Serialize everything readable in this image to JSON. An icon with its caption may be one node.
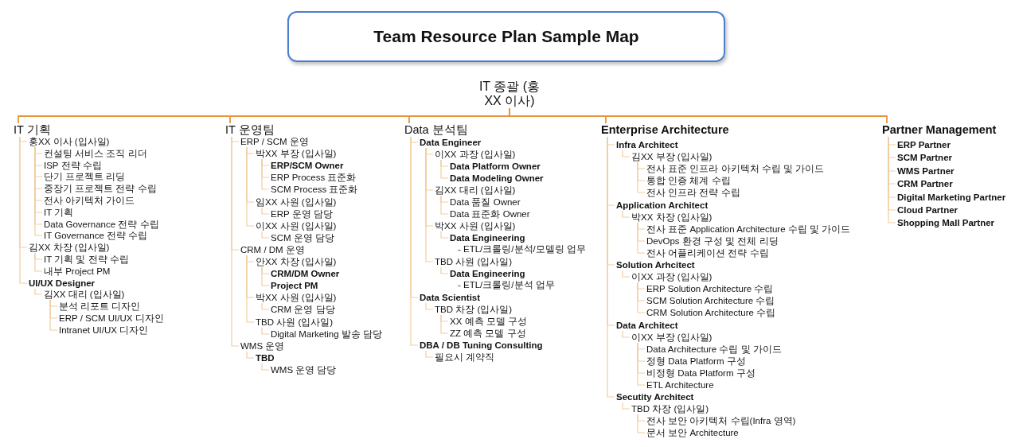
{
  "diagram": {
    "title": "Team Resource Plan Sample Map",
    "nodes": [
      {
        "text": [
          "IT 종괄 (홍XX 이사)"
        ]
      },
      {
        "text": [
          "IT 기획"
        ]
      },
      {
        "text": [
          "홍XX 이사 (입사일)"
        ]
      },
      {
        "text": [
          "컨설팅 서비스 조직 리더"
        ]
      },
      {
        "text": [
          "ISP 전략 수립"
        ]
      },
      {
        "text": [
          "단기 프로젝트 리딩"
        ]
      },
      {
        "text": [
          "중장기 프로젝트 전략 수립"
        ]
      },
      {
        "text": [
          "전사 아키텍처 가이드"
        ]
      },
      {
        "text": [
          "IT 기획"
        ]
      },
      {
        "text": [
          "Data Governance 전략 수립"
        ]
      },
      {
        "text": [
          "IT Governance 전략 수립"
        ]
      },
      {
        "text": [
          "김XX 차장 (입사일)"
        ]
      },
      {
        "text": [
          "IT 기획 및 전략 수립"
        ]
      },
      {
        "text": [
          "내부 Project PM"
        ]
      },
      {
        "text": [
          "UI/UX Designer"
        ]
      },
      {
        "text": [
          "김XX 대리 (입사일)"
        ]
      },
      {
        "text": [
          "분석 리포트 디자인"
        ]
      },
      {
        "text": [
          "ERP / SCM UI/UX 디자인"
        ]
      },
      {
        "text": [
          "Intranet UI/UX 디자인"
        ]
      },
      {
        "text": [
          "IT 운영팀"
        ]
      },
      {
        "text": [
          "ERP / SCM 운영"
        ]
      },
      {
        "text": [
          "박XX 부장 (입사일)"
        ]
      },
      {
        "text": [
          "ERP/SCM Owner"
        ]
      },
      {
        "text": [
          "ERP Process 표준화"
        ]
      },
      {
        "text": [
          "SCM Process 표준화"
        ]
      },
      {
        "text": [
          "임XX 사원 (입사일)"
        ]
      },
      {
        "text": [
          "ERP 운영 담당"
        ]
      },
      {
        "text": [
          "이XX 사원 (입사일)"
        ]
      },
      {
        "text": [
          "SCM 운영 담당"
        ]
      },
      {
        "text": [
          "CRM / DM 운영"
        ]
      },
      {
        "text": [
          "안XX 차장 (입사일)"
        ]
      },
      {
        "text": [
          "CRM/DM Owner"
        ]
      },
      {
        "text": [
          "Project PM"
        ]
      },
      {
        "text": [
          "박XX 사원 (입사일)"
        ]
      },
      {
        "text": [
          "CRM 운영 담당"
        ]
      },
      {
        "text": [
          "TBD 사원 (입사일)"
        ]
      },
      {
        "text": [
          "Digital Marketing 발송 담당"
        ]
      },
      {
        "text": [
          "WMS 운영"
        ]
      },
      {
        "text": [
          "TBD"
        ]
      },
      {
        "text": [
          "WMS 운영 담당"
        ]
      },
      {
        "text": [
          "Data 분석팀"
        ]
      },
      {
        "text": [
          "Data Engineer"
        ]
      },
      {
        "text": [
          "이XX 과장 (입사일)"
        ]
      },
      {
        "text": [
          "Data Platform Owner"
        ]
      },
      {
        "text": [
          "Data Modeling Owner"
        ]
      },
      {
        "text": [
          "김XX 대리 (입사일)"
        ]
      },
      {
        "text": [
          "Data 품질 Owner"
        ]
      },
      {
        "text": [
          "Data 표준화 Owner"
        ]
      },
      {
        "text": [
          "박XX 사원 (입사일)"
        ]
      },
      {
        "text": [
          "Data Engineering",
          "- ETL/크롤링/분석/모델링 업무"
        ]
      },
      {
        "text": [
          "TBD 사원 (입사일)"
        ]
      },
      {
        "text": [
          "Data Engineering",
          "- ETL/크롤링/분석 업무"
        ]
      },
      {
        "text": [
          "Data Scientist"
        ]
      },
      {
        "text": [
          "TBD 차장 (입사일)"
        ]
      },
      {
        "text": [
          "XX 예측 모델 구성"
        ]
      },
      {
        "text": [
          "ZZ 예측 모델 구성"
        ]
      },
      {
        "text": [
          "DBA / DB Tuning Consulting"
        ]
      },
      {
        "text": [
          "필요시 계약직"
        ]
      },
      {
        "text": [
          "Enterprise Architecture"
        ]
      },
      {
        "text": [
          "Infra Architect"
        ]
      },
      {
        "text": [
          "김XX 부장 (입사일)"
        ]
      },
      {
        "text": [
          "전사 표준 인프라 아키텍처 수립 및 가이드"
        ]
      },
      {
        "text": [
          "통합 인증 체계 수립"
        ]
      },
      {
        "text": [
          "전사 인프라 전략 수립"
        ]
      },
      {
        "text": [
          "Application Architect"
        ]
      },
      {
        "text": [
          "박XX 차장 (입사일)"
        ]
      },
      {
        "text": [
          "전사 표준 Application Architecture 수립 및 가이드"
        ]
      },
      {
        "text": [
          "DevOps 환경 구성 및 전체 리딩"
        ]
      },
      {
        "text": [
          "전사 어플리케이션 전략 수립"
        ]
      },
      {
        "text": [
          "Solution Arhcitect"
        ]
      },
      {
        "text": [
          "이XX 과장 (입사일)"
        ]
      },
      {
        "text": [
          "ERP Solution Architecture 수립"
        ]
      },
      {
        "text": [
          "SCM Solution Architecture 수립"
        ]
      },
      {
        "text": [
          "CRM Solution Architecture 수립"
        ]
      },
      {
        "text": [
          "Data Architect"
        ]
      },
      {
        "text": [
          "이XX 부장 (입사일)"
        ]
      },
      {
        "text": [
          "Data Architecture 수립 및 가이드"
        ]
      },
      {
        "text": [
          "정형 Data Platform 구성"
        ]
      },
      {
        "text": [
          "비정형 Data Platform 구성"
        ]
      },
      {
        "text": [
          "ETL Architecture"
        ]
      },
      {
        "text": [
          "Secutity Architect"
        ]
      },
      {
        "text": [
          "TBD 차장 (입사일)"
        ]
      },
      {
        "text": [
          "전사 보안 아키텍처 수립(Infra 영역)"
        ]
      },
      {
        "text": [
          "문서 보안 Architecture"
        ]
      },
      {
        "text": [
          "Partner Management"
        ]
      },
      {
        "text": [
          "ERP Partner"
        ]
      },
      {
        "text": [
          "SCM Partner"
        ]
      },
      {
        "text": [
          "WMS Partner"
        ]
      },
      {
        "text": [
          "CRM Partner"
        ]
      },
      {
        "text": [
          "Digital Marketing Partner"
        ]
      },
      {
        "text": [
          "Cloud Partner"
        ]
      },
      {
        "text": [
          "Shopping Mall Partner"
        ]
      }
    ],
    "edges": [
      {
        "from": 0,
        "to": 1,
        "arrow": "none",
        "color": "#e8953a"
      },
      {
        "from": 1,
        "to": 2,
        "arrow": "none"
      },
      {
        "from": 2,
        "to": 3,
        "arrow": "none"
      },
      {
        "from": 2,
        "to": 4,
        "arrow": "none"
      },
      {
        "from": 2,
        "to": 5,
        "arrow": "none"
      },
      {
        "from": 2,
        "to": 6,
        "arrow": "none"
      },
      {
        "from": 2,
        "to": 7,
        "arrow": "none"
      },
      {
        "from": 2,
        "to": 8,
        "arrow": "none"
      },
      {
        "from": 2,
        "to": 9,
        "arrow": "none"
      },
      {
        "from": 2,
        "to": 10,
        "arrow": "none"
      },
      {
        "from": 1,
        "to": 11,
        "arrow": "none"
      },
      {
        "from": 11,
        "to": 12,
        "arrow": "none"
      },
      {
        "from": 11,
        "to": 13,
        "arrow": "none"
      },
      {
        "from": 1,
        "to": 14,
        "arrow": "none"
      },
      {
        "from": 14,
        "to": 15,
        "arrow": "none"
      },
      {
        "from": 15,
        "to": 16,
        "arrow": "none"
      },
      {
        "from": 15,
        "to": 17,
        "arrow": "none"
      },
      {
        "from": 15,
        "to": 18,
        "arrow": "none"
      },
      {
        "from": 0,
        "to": 19,
        "arrow": "none",
        "color": "#e8953a"
      },
      {
        "from": 19,
        "to": 20,
        "arrow": "none"
      },
      {
        "from": 20,
        "to": 21,
        "arrow": "none"
      },
      {
        "from": 21,
        "to": 22,
        "arrow": "none"
      },
      {
        "from": 21,
        "to": 23,
        "arrow": "none"
      },
      {
        "from": 21,
        "to": 24,
        "arrow": "none"
      },
      {
        "from": 20,
        "to": 25,
        "arrow": "none"
      },
      {
        "from": 25,
        "to": 26,
        "arrow": "none"
      },
      {
        "from": 20,
        "to": 27,
        "arrow": "none"
      },
      {
        "from": 27,
        "to": 28,
        "arrow": "none"
      },
      {
        "from": 19,
        "to": 29,
        "arrow": "none"
      },
      {
        "from": 29,
        "to": 30,
        "arrow": "none"
      },
      {
        "from": 30,
        "to": 31,
        "arrow": "none"
      },
      {
        "from": 30,
        "to": 32,
        "arrow": "none"
      },
      {
        "from": 29,
        "to": 33,
        "arrow": "none"
      },
      {
        "from": 33,
        "to": 34,
        "arrow": "none"
      },
      {
        "from": 29,
        "to": 35,
        "arrow": "none"
      },
      {
        "from": 35,
        "to": 36,
        "arrow": "none"
      },
      {
        "from": 19,
        "to": 37,
        "arrow": "none"
      },
      {
        "from": 37,
        "to": 38,
        "arrow": "none"
      },
      {
        "from": 38,
        "to": 39,
        "arrow": "none"
      },
      {
        "from": 0,
        "to": 40,
        "arrow": "none",
        "color": "#e8953a"
      },
      {
        "from": 40,
        "to": 41,
        "arrow": "none"
      },
      {
        "from": 41,
        "to": 42,
        "arrow": "none"
      },
      {
        "from": 42,
        "to": 43,
        "arrow": "none"
      },
      {
        "from": 42,
        "to": 44,
        "arrow": "none"
      },
      {
        "from": 41,
        "to": 45,
        "arrow": "none"
      },
      {
        "from": 45,
        "to": 46,
        "arrow": "none"
      },
      {
        "from": 45,
        "to": 47,
        "arrow": "none"
      },
      {
        "from": 41,
        "to": 48,
        "arrow": "none"
      },
      {
        "from": 48,
        "to": 49,
        "arrow": "none"
      },
      {
        "from": 41,
        "to": 50,
        "arrow": "none"
      },
      {
        "from": 50,
        "to": 51,
        "arrow": "none"
      },
      {
        "from": 40,
        "to": 52,
        "arrow": "none"
      },
      {
        "from": 52,
        "to": 53,
        "arrow": "none"
      },
      {
        "from": 53,
        "to": 54,
        "arrow": "none"
      },
      {
        "from": 53,
        "to": 55,
        "arrow": "none"
      },
      {
        "from": 40,
        "to": 56,
        "arrow": "none"
      },
      {
        "from": 56,
        "to": 57,
        "arrow": "none"
      },
      {
        "from": 0,
        "to": 58,
        "arrow": "none",
        "color": "#e8953a"
      },
      {
        "from": 58,
        "to": 59,
        "arrow": "none"
      },
      {
        "from": 59,
        "to": 60,
        "arrow": "none"
      },
      {
        "from": 60,
        "to": 61,
        "arrow": "none"
      },
      {
        "from": 60,
        "to": 62,
        "arrow": "none"
      },
      {
        "from": 60,
        "to": 63,
        "arrow": "none"
      },
      {
        "from": 58,
        "to": 64,
        "arrow": "none"
      },
      {
        "from": 64,
        "to": 65,
        "arrow": "none"
      },
      {
        "from": 65,
        "to": 66,
        "arrow": "none"
      },
      {
        "from": 65,
        "to": 67,
        "arrow": "none"
      },
      {
        "from": 65,
        "to": 68,
        "arrow": "none"
      },
      {
        "from": 58,
        "to": 69,
        "arrow": "none"
      },
      {
        "from": 69,
        "to": 70,
        "arrow": "none"
      },
      {
        "from": 70,
        "to": 71,
        "arrow": "none"
      },
      {
        "from": 70,
        "to": 72,
        "arrow": "none"
      },
      {
        "from": 70,
        "to": 73,
        "arrow": "none"
      },
      {
        "from": 58,
        "to": 74,
        "arrow": "none"
      },
      {
        "from": 74,
        "to": 75,
        "arrow": "none"
      },
      {
        "from": 75,
        "to": 76,
        "arrow": "none"
      },
      {
        "from": 75,
        "to": 77,
        "arrow": "none"
      },
      {
        "from": 75,
        "to": 78,
        "arrow": "none"
      },
      {
        "from": 75,
        "to": 79,
        "arrow": "none"
      },
      {
        "from": 58,
        "to": 80,
        "arrow": "none"
      },
      {
        "from": 80,
        "to": 81,
        "arrow": "none"
      },
      {
        "from": 81,
        "to": 82,
        "arrow": "none"
      },
      {
        "from": 81,
        "to": 83,
        "arrow": "none"
      },
      {
        "from": 0,
        "to": 84,
        "arrow": "none",
        "color": "#e8953a"
      },
      {
        "from": 84,
        "to": 85,
        "arrow": "none"
      },
      {
        "from": 84,
        "to": 86,
        "arrow": "none"
      },
      {
        "from": 84,
        "to": 87,
        "arrow": "none"
      },
      {
        "from": 84,
        "to": 88,
        "arrow": "none"
      },
      {
        "from": 84,
        "to": 89,
        "arrow": "none"
      },
      {
        "from": 84,
        "to": 90,
        "arrow": "none"
      },
      {
        "from": 84,
        "to": 91,
        "arrow": "none"
      }
    ]
  }
}
